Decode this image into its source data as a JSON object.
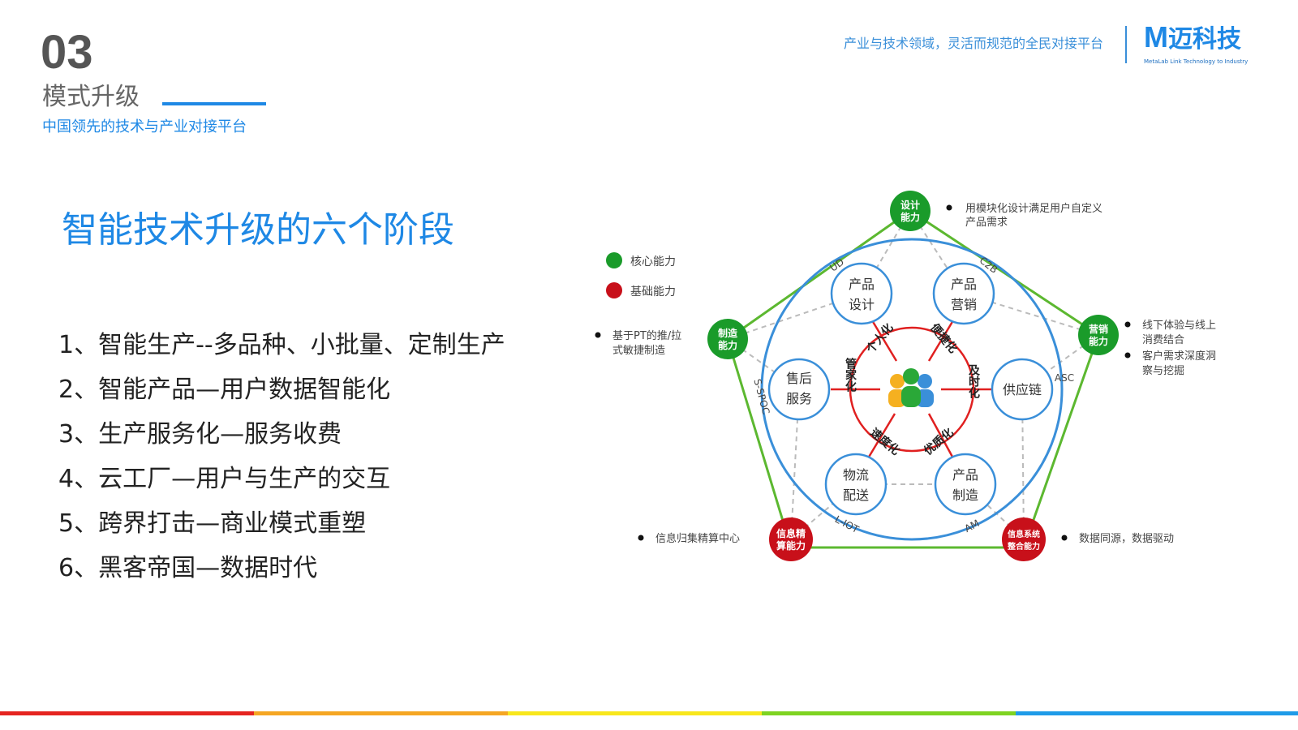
{
  "header": {
    "number": "03",
    "section": "模式升级",
    "subtitle": "中国领先的技术与产业对接平台",
    "tagline": "产业与技术领域，灵活而规范的全民对接平台",
    "logo_m": "M",
    "logo_cn": "迈科技",
    "logo_en": "MetaLab  Link Technology to Industry"
  },
  "main": {
    "title": "智能技术升级的六个阶段",
    "items": [
      "1、智能生产--多品种、小批量、定制生产",
      "2、智能产品—用户数据智能化",
      "3、生产服务化—服务收费",
      "4、云工厂—用户与生产的交互",
      "5、跨界打击—商业模式重塑",
      "6、黑客帝国—数据时代"
    ]
  },
  "diagram": {
    "legend": [
      {
        "label": "核心能力",
        "color": "#1a9b2a"
      },
      {
        "label": "基础能力",
        "color": "#c8101a"
      }
    ],
    "nodes": {
      "top": [
        "设计",
        "能力"
      ],
      "left": [
        "制造",
        "能力"
      ],
      "right": [
        "营销",
        "能力"
      ],
      "bl": [
        "信息精",
        "算能力"
      ],
      "br": [
        "信息系统",
        "整合能力"
      ]
    },
    "notes": {
      "top": [
        "用模块化设计满足用户自定义",
        "产品需求"
      ],
      "left": [
        "基于PT的推/拉",
        "式敏捷制造"
      ],
      "right1": [
        "线下体验与线上",
        "消费结合"
      ],
      "right2": [
        "客户需求深度洞",
        "察与挖掘"
      ],
      "bl": "信息归集精算中心",
      "br": "数据同源，数据驱动"
    },
    "arc_labels": {
      "ud": "UD",
      "c2b": "C2B",
      "asc": "ASC",
      "am": "AM",
      "liot": "L-IOT",
      "sspoc": "S-SPOC"
    },
    "circles": {
      "c1": [
        "产品",
        "设计"
      ],
      "c2": [
        "产品",
        "营销"
      ],
      "c3": [
        "售后",
        "服务"
      ],
      "c4": [
        "供应链"
      ],
      "c5": [
        "物流",
        "配送"
      ],
      "c6": [
        "产品",
        "制造"
      ]
    },
    "ring": {
      "r1": "个人化",
      "r2": "便捷化",
      "r3": "及时化",
      "r4": "优质化",
      "r5": "速度化",
      "r6": "管家化"
    }
  },
  "footer": {
    "stripe_colors": [
      "#e52420",
      "#f5a623",
      "#f8e71c",
      "#7ed321",
      "#1e9be8"
    ]
  }
}
